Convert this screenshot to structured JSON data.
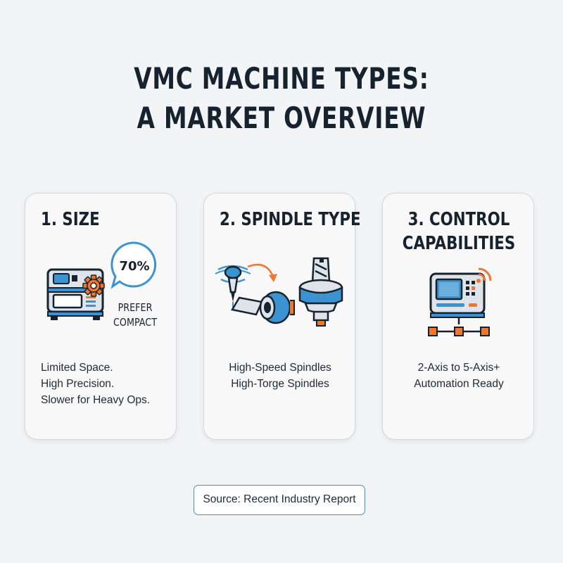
{
  "title": {
    "line1": "VMC MACHINE TYPES:",
    "line2": "A MARKET OVERVIEW"
  },
  "colors": {
    "accent_blue": "#3b93d1",
    "accent_orange": "#f0772f",
    "dark": "#17222f"
  },
  "cards": [
    {
      "title": "1. SIZE",
      "stat": "70%",
      "stat_caption": [
        "PREFER",
        "COMPACT"
      ],
      "icons": [
        "compact-machine-icon",
        "gear-icon",
        "speech-bubble-icon"
      ],
      "body": [
        "Limited Space.",
        "High Precision.",
        "Slower for Heavy Ops."
      ]
    },
    {
      "title": "2. SPINDLE TYPE",
      "icons": [
        "high-speed-spindle-icon",
        "high-torque-spindle-icon",
        "arrow-icon"
      ],
      "body": [
        "High-Speed Spindles",
        "High-Torge Spindles"
      ]
    },
    {
      "title_lines": [
        "3. CONTROL",
        "CAPABILITIES"
      ],
      "icons": [
        "cnc-control-panel-icon",
        "wireless-signal-icon",
        "network-icon"
      ],
      "body": [
        "2-Axis to 5-Axis+",
        "Automation Ready"
      ]
    }
  ],
  "source": "Source: Recent Industry Report"
}
